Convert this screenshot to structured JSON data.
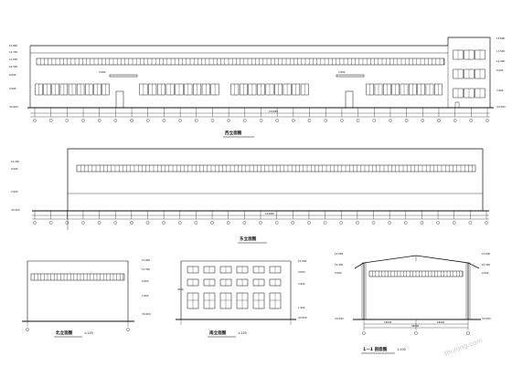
{
  "drawings": {
    "west_elevation": {
      "title": "西立面图",
      "levels_left": [
        "15.800",
        "12.700",
        "11.500",
        "10.300",
        "9.000",
        "3.900",
        "±0.000"
      ],
      "levels_right": [
        "15.800",
        "11.500",
        "10.300",
        "9.000",
        "3.900",
        "±0.000"
      ],
      "canopy_level": "3.600",
      "overall_dim": "144000"
    },
    "east_elevation": {
      "title": "东立面图",
      "levels_left": [
        "10.300",
        "9.000",
        "3.900",
        "±0.000"
      ],
      "overall_dim": "144000"
    },
    "north_elevation": {
      "title": "北立面图",
      "scale": "1:150",
      "levels_right": [
        "12.800",
        "11.500",
        "9.000",
        "3.900",
        "±0.000"
      ]
    },
    "south_elevation": {
      "title": "南立面图",
      "scale": "1:150",
      "level_left": "3000",
      "levels_right": [
        "12.000",
        "9.000",
        "3.900",
        "1.500",
        "±0.000"
      ]
    },
    "section": {
      "title": "1－1 剖面图",
      "scale": "1:100",
      "levels_left": [
        "12.000",
        "10.300",
        "9.000",
        "±0.000"
      ],
      "levels_right": [
        "12.000",
        "10.300",
        "9.000",
        "±0.000"
      ],
      "dims": [
        "36000",
        "18000",
        "18000"
      ]
    }
  },
  "watermark": "zhulong.com"
}
